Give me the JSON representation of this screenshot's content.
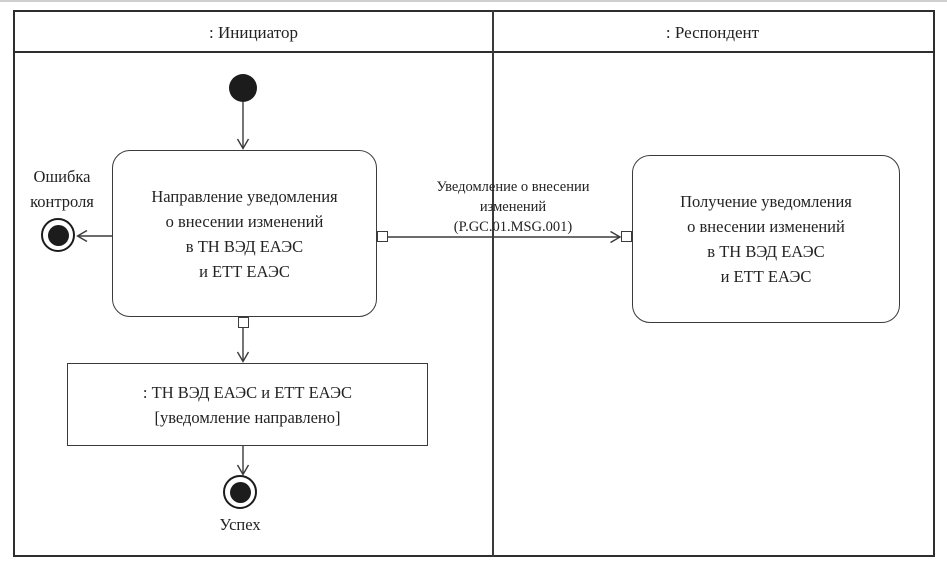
{
  "diagram": {
    "type": "uml-activity-swimlane",
    "lanes": {
      "initiator_header": ": Инициатор",
      "respondent_header": ": Респондент"
    },
    "nodes": {
      "initiator_action": "Направление уведомления\nо внесении изменений\nв ТН ВЭД ЕАЭС\nи ЕТТ ЕАЭС",
      "respondent_action": "Получение уведомления\nо внесении изменений\nв ТН ВЭД ЕАЭС\nи ЕТТ ЕАЭС",
      "object_node": ": ТН ВЭД ЕАЭС и ЕТТ ЕАЭС\n[уведомление направлено]",
      "error_final_label": "Ошибка\nконтроля",
      "success_final_label": "Успех"
    },
    "message": {
      "label": "Уведомление о внесении\nизменений\n(P.GC.01.MSG.001)"
    },
    "colors": {
      "background": "#ffffff",
      "line": "#3b3b3b",
      "frame": "#2e2e2e",
      "node_fill": "#1c1c1c",
      "text": "#232323"
    }
  }
}
